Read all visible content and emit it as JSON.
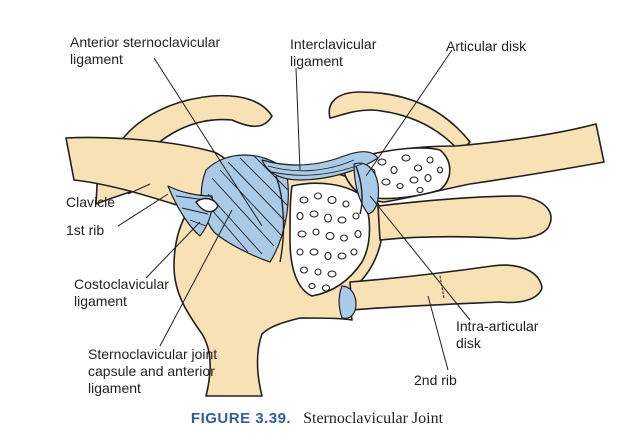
{
  "labels": {
    "anterior_sc_ligament": [
      "Anterior sternoclavicular",
      "ligament"
    ],
    "interclavicular_ligament": [
      "Interclavicular",
      "ligament"
    ],
    "articular_disk": "Articular disk",
    "clavicle": "Clavicle",
    "first_rib": "1st rib",
    "costoclavicular_ligament": [
      "Costoclavicular",
      "ligament"
    ],
    "sc_joint_capsule": [
      "Sternoclavicular joint",
      "capsule and anterior",
      "ligament"
    ],
    "intra_articular_disk": [
      "Intra-articular",
      "disk"
    ],
    "second_rib": "2nd rib"
  },
  "caption": {
    "figure_number": "FIGURE 3.39.",
    "title": "Sternoclavicular Joint"
  },
  "colors": {
    "bone": "#f7e1b5",
    "ligament": "#a9cbe8",
    "outline": "#231f20",
    "caption_accent": "#2f5e9e"
  }
}
